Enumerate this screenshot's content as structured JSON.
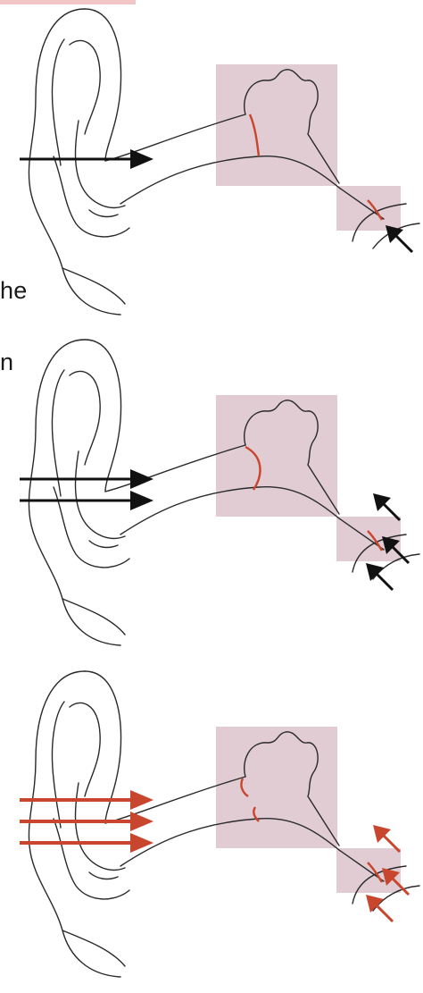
{
  "text_fragments": [
    "he",
    "n"
  ],
  "colors": {
    "highlight_box": "#dcc3cb",
    "outline": "#2a2a2a",
    "arrow_normal": "#111111",
    "arrow_loud": "#c8462e",
    "membrane": "#c8462e",
    "top_strip": "#f2c6c6"
  },
  "panels": [
    {
      "id": "quiet",
      "sound_arrows": 1,
      "inner_arrows": 1,
      "arrow_color": "arrow_normal",
      "membrane_state": "normal"
    },
    {
      "id": "loud",
      "sound_arrows": 2,
      "inner_arrows": 3,
      "arrow_color": "arrow_normal",
      "membrane_state": "stretched"
    },
    {
      "id": "damaging",
      "sound_arrows": 3,
      "inner_arrows": 3,
      "arrow_color": "arrow_loud",
      "membrane_state": "ruptured"
    }
  ]
}
